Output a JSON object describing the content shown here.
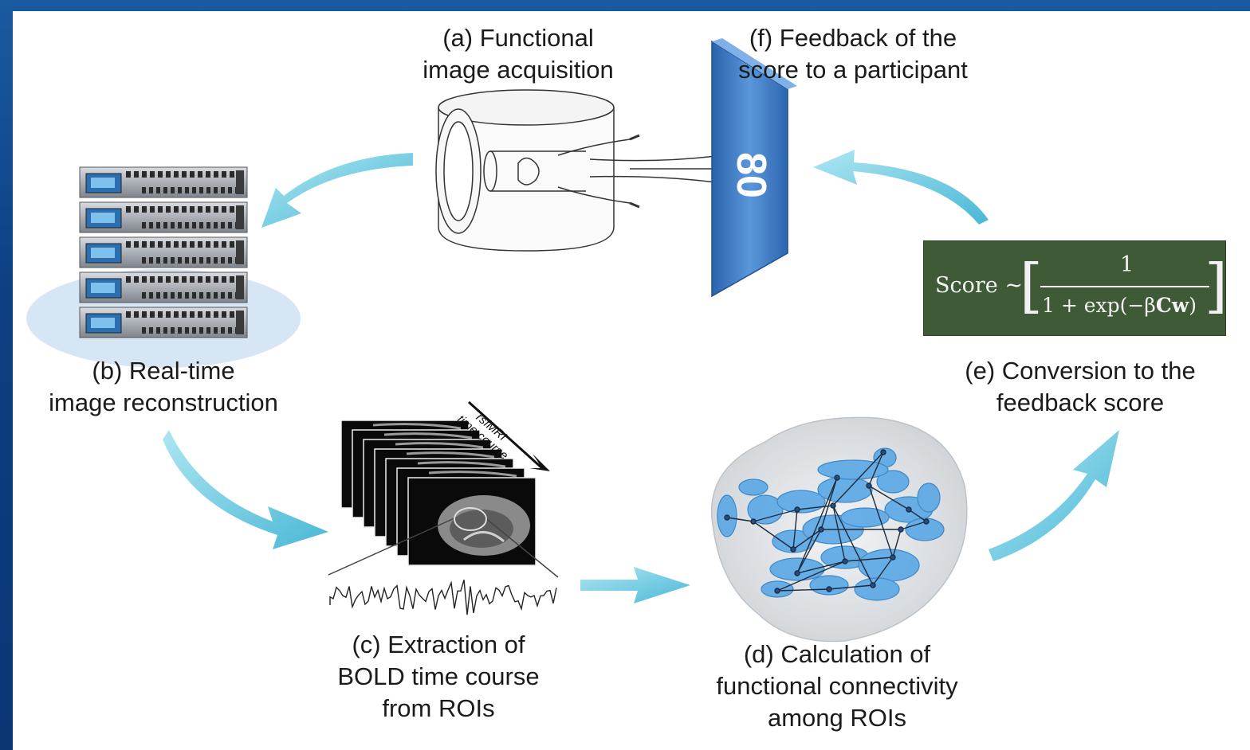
{
  "labels": {
    "a": [
      "(a) Functional",
      "image acquisition"
    ],
    "b": [
      "(b) Real-time",
      "image reconstruction"
    ],
    "c": [
      "(c) Extraction of",
      "BOLD time course",
      "from ROIs"
    ],
    "d": [
      "(d) Calculation of",
      "functional connectivity",
      "among ROIs"
    ],
    "e": [
      "(e) Conversion to the",
      "feedback score"
    ],
    "f": [
      "(f) Feedback of the",
      "score to a participant"
    ]
  },
  "screen_value": "80",
  "fmri_stack_label": [
    "rsfMRI",
    "time course"
  ],
  "formula": {
    "lhs": "Score ~",
    "numerator": "1",
    "denominator_prefix": "1 + exp(−β",
    "denominator_bold": "Cw",
    "denominator_suffix": ")"
  },
  "colors": {
    "background_frame": "#0c3f82",
    "arrow": "#6ccbe0",
    "screen": "#3f7fc8",
    "formula_box": "#3f5a36",
    "brain_roi": "#5aa8e6"
  }
}
